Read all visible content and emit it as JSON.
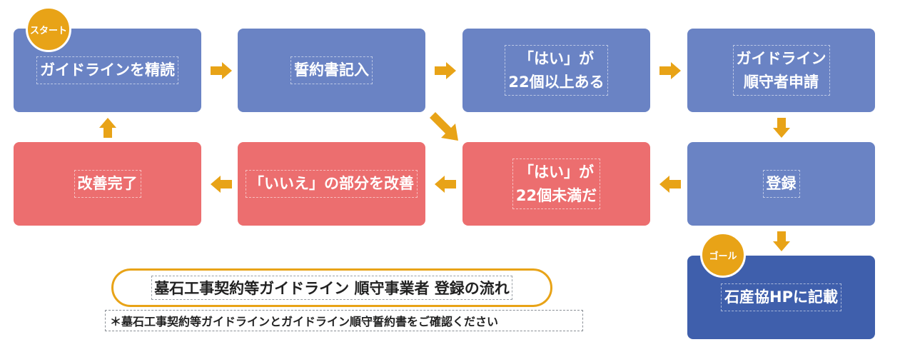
{
  "flow": {
    "start_badge": "スタート",
    "goal_badge": "ゴール",
    "step_read_guideline": "ガイドラインを精読",
    "step_pledge": "誓約書記入",
    "step_yes_over": [
      "「はい」が",
      "22個以上ある"
    ],
    "step_apply": [
      "ガイドライン",
      "順守者申請"
    ],
    "step_register": "登録",
    "step_yes_under": [
      "「はい」が",
      "22個未満だ"
    ],
    "step_improve_no": "「いいえ」の部分を改善",
    "step_improve_done": "改善完了",
    "step_publish": "石産協HPに記載"
  },
  "caption": {
    "title": "墓石工事契約等ガイドライン 順守事業者 登録の流れ",
    "note": "＊墓石工事契約等ガイドラインとガイドライン順守誓約書をご確認ください"
  },
  "colors": {
    "blue_box": "#6a83c4",
    "red_box": "#ec6e6f",
    "goal_box": "#3f5fac",
    "accent_orange": "#e8a317"
  }
}
